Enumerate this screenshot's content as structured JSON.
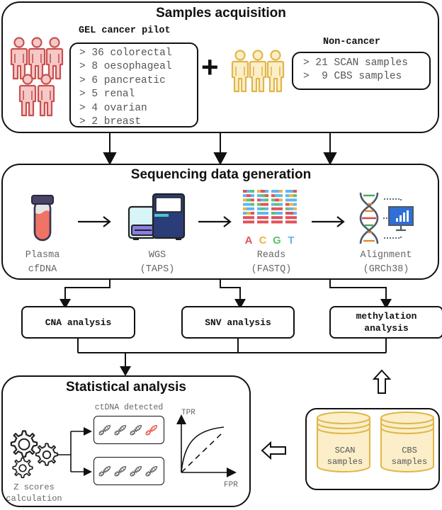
{
  "samples_acquisition": {
    "title": "Samples acquisition",
    "cancer": {
      "heading": "GEL cancer pilot",
      "icon": "people-group-icon",
      "color": "#c9504f",
      "items": [
        "> 36 colorectal",
        "> 8 oesophageal",
        "> 6 pancreatic",
        "> 5 renal",
        "> 4 ovarian",
        "> 2 breast"
      ]
    },
    "plus": "+",
    "non_cancer": {
      "heading": "Non-cancer",
      "icon": "people-group-icon",
      "color": "#e0b64a",
      "items": [
        "> 21 SCAN samples",
        ">  9 CBS samples"
      ]
    }
  },
  "sequencing": {
    "title": "Sequencing data generation",
    "steps": [
      {
        "icon": "blood-tube-icon",
        "line1": "Plasma",
        "line2": "cfDNA"
      },
      {
        "icon": "sequencer-icon",
        "line1": "WGS",
        "line2": "(TAPS)"
      },
      {
        "icon": "reads-icon",
        "line1": "Reads",
        "line2": "(FASTQ)",
        "bases": [
          "A",
          "C",
          "G",
          "T"
        ]
      },
      {
        "icon": "dna-alignment-icon",
        "line1": "Alignment",
        "line2": "(GRCh38)"
      }
    ]
  },
  "analyses": [
    {
      "label": "CNA analysis"
    },
    {
      "label": "SNV analysis"
    },
    {
      "label": "methylation analysis",
      "line1": "methylation",
      "line2": "analysis"
    }
  ],
  "statistical": {
    "title": "Statistical analysis",
    "gears_line1": "Z scores",
    "gears_line2": "calculation",
    "detected_label": "ctDNA detected",
    "roc": {
      "y_label": "TPR",
      "x_label": "FPR"
    }
  },
  "controls": {
    "databases": [
      {
        "line1": "SCAN",
        "line2": "samples"
      },
      {
        "line1": "CBS",
        "line2": "samples"
      }
    ],
    "color": "#e0b64a",
    "fill": "#fbeec8"
  },
  "colors": {
    "cancer_red": "#c9504f",
    "noncancer_gold": "#e0b64a",
    "highlight_dna": "#e85a4a"
  }
}
